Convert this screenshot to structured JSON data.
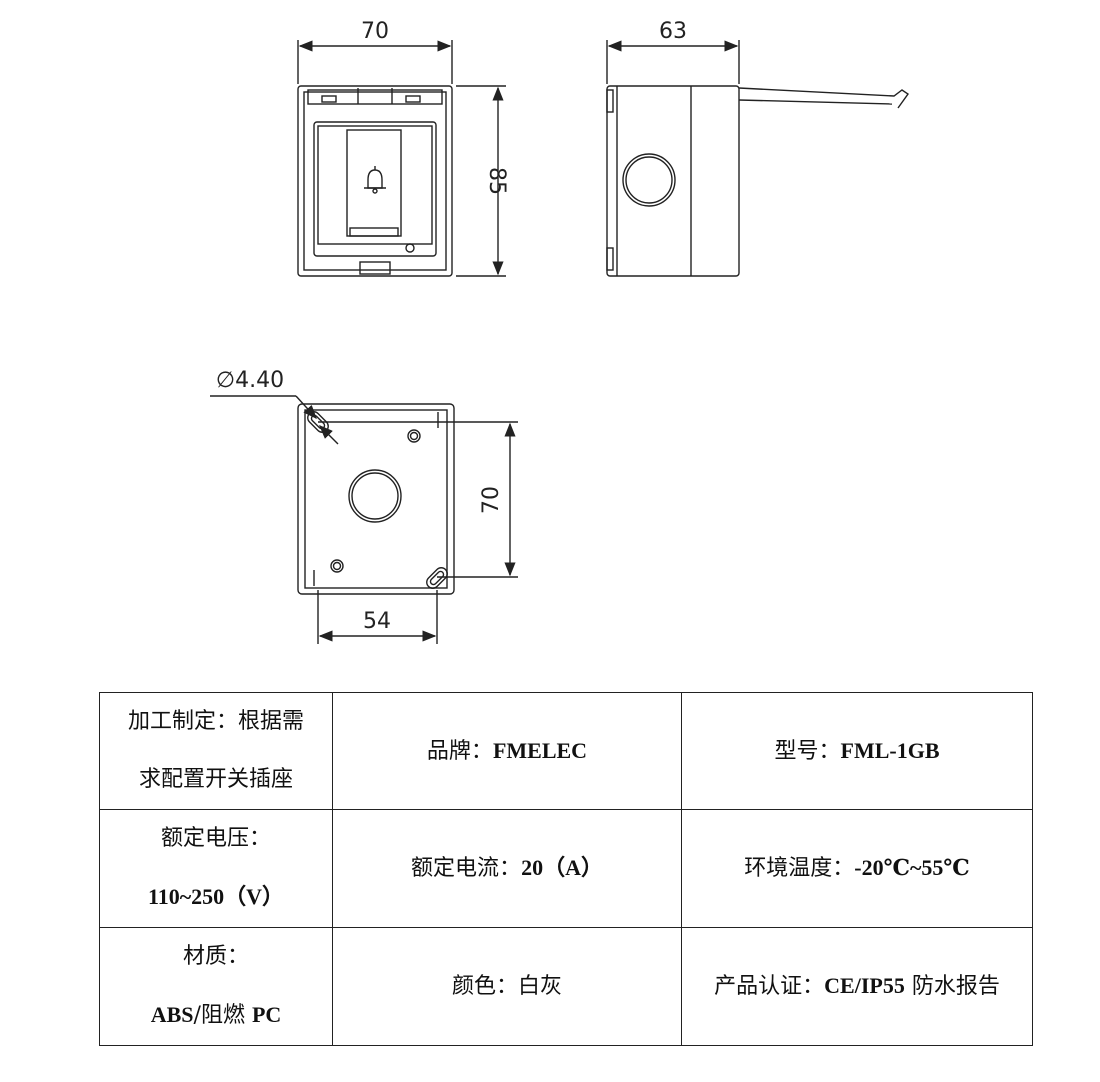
{
  "drawing": {
    "front_width": "70",
    "front_height": "85",
    "side_depth": "63",
    "hole_diameter": "∅4.40",
    "back_height": "70",
    "back_width": "54"
  },
  "specs": {
    "custom_label": "加工制定：根据需",
    "custom_label_2": "求配置开关插座",
    "brand_label": "品牌：",
    "brand_value": "FMELEC",
    "model_label": "型号：",
    "model_value": "FML-1GB",
    "voltage_label": "额定电压：",
    "voltage_value": "110~250",
    "voltage_unit": "（V）",
    "current_label": "额定电流：",
    "current_value": "20",
    "current_unit": "（A）",
    "temp_label": "环境温度：",
    "temp_value": "-20℃~55℃",
    "material_label": "材质：",
    "material_value_1": "ABS",
    "material_value_2": "/阻燃 ",
    "material_value_3": "PC",
    "color_label": "颜色：",
    "color_value": "白灰",
    "cert_label": "产品认证：",
    "cert_value": "CE/IP55",
    "cert_suffix": " 防水报告"
  }
}
